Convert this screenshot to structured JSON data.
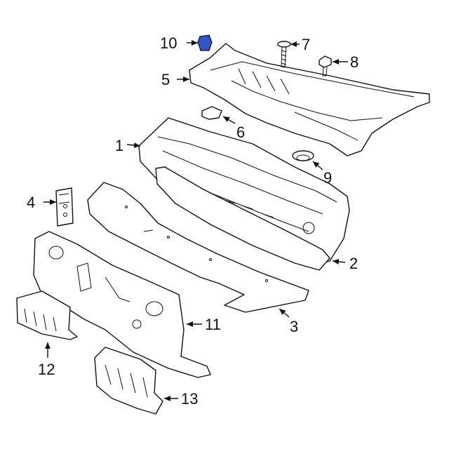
{
  "callouts": [
    {
      "id": "1",
      "label": "1"
    },
    {
      "id": "2",
      "label": "2"
    },
    {
      "id": "3",
      "label": "3"
    },
    {
      "id": "4",
      "label": "4"
    },
    {
      "id": "5",
      "label": "5"
    },
    {
      "id": "6",
      "label": "6"
    },
    {
      "id": "7",
      "label": "7"
    },
    {
      "id": "8",
      "label": "8"
    },
    {
      "id": "9",
      "label": "9"
    },
    {
      "id": "10",
      "label": "10"
    },
    {
      "id": "11",
      "label": "11"
    },
    {
      "id": "12",
      "label": "12"
    },
    {
      "id": "13",
      "label": "13"
    }
  ],
  "colors": {
    "line": "#111111",
    "background": "#ffffff",
    "highlight_part": "#2f55c8"
  },
  "highlighted_part": "10"
}
